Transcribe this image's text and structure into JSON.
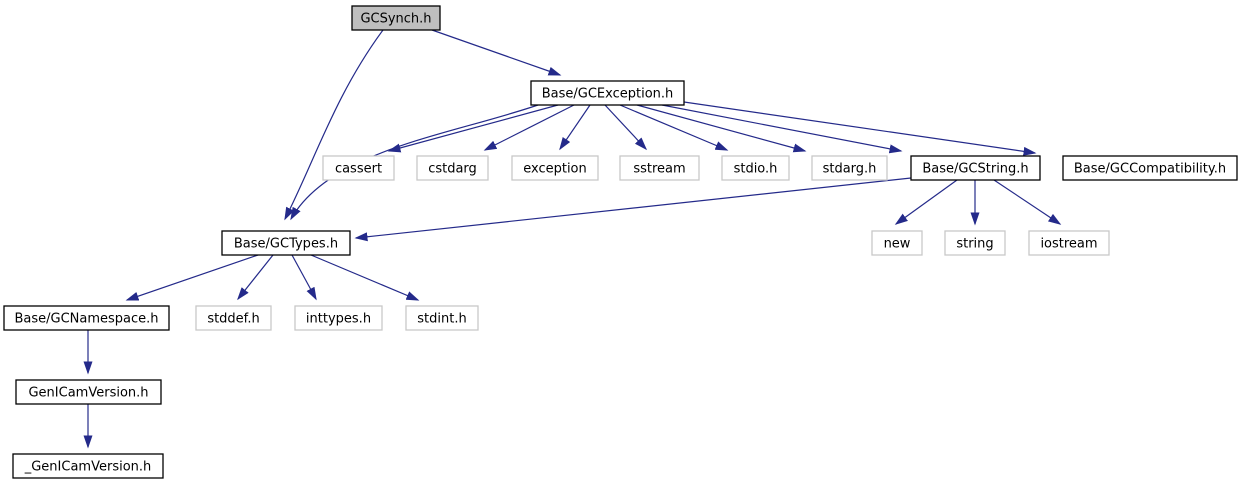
{
  "colors": {
    "edge": "#242a8a",
    "background": "#ffffff",
    "node_fill": "#ffffff",
    "root_fill": "#bfbfbf",
    "documented_border": "#000000",
    "external_border": "#c8c8c8",
    "text": "#000000"
  },
  "nodes": {
    "gcsynch": {
      "label": "GCSynch.h",
      "type": "root"
    },
    "gcexception": {
      "label": "Base/GCException.h",
      "type": "documented"
    },
    "cassert": {
      "label": "cassert",
      "type": "external"
    },
    "cstdarg": {
      "label": "cstdarg",
      "type": "external"
    },
    "exception": {
      "label": "exception",
      "type": "external"
    },
    "sstream": {
      "label": "sstream",
      "type": "external"
    },
    "stdio": {
      "label": "stdio.h",
      "type": "external"
    },
    "stdarg": {
      "label": "stdarg.h",
      "type": "external"
    },
    "gcstring": {
      "label": "Base/GCString.h",
      "type": "documented"
    },
    "gccompatibility": {
      "label": "Base/GCCompatibility.h",
      "type": "documented"
    },
    "gctypes": {
      "label": "Base/GCTypes.h",
      "type": "documented"
    },
    "new": {
      "label": "new",
      "type": "external"
    },
    "string": {
      "label": "string",
      "type": "external"
    },
    "iostream": {
      "label": "iostream",
      "type": "external"
    },
    "gcnamespace": {
      "label": "Base/GCNamespace.h",
      "type": "documented"
    },
    "stddef": {
      "label": "stddef.h",
      "type": "external"
    },
    "inttypes": {
      "label": "inttypes.h",
      "type": "external"
    },
    "stdint": {
      "label": "stdint.h",
      "type": "external"
    },
    "genicamversion": {
      "label": "GenICamVersion.h",
      "type": "documented"
    },
    "_genicamversion": {
      "label": "_GenICamVersion.h",
      "type": "documented"
    }
  },
  "edges": [
    {
      "from": "GCSynch.h",
      "to": "Base/GCException.h"
    },
    {
      "from": "GCSynch.h",
      "to": "Base/GCTypes.h"
    },
    {
      "from": "Base/GCException.h",
      "to": "Base/GCTypes.h"
    },
    {
      "from": "Base/GCException.h",
      "to": "cassert"
    },
    {
      "from": "Base/GCException.h",
      "to": "cstdarg"
    },
    {
      "from": "Base/GCException.h",
      "to": "exception"
    },
    {
      "from": "Base/GCException.h",
      "to": "sstream"
    },
    {
      "from": "Base/GCException.h",
      "to": "stdio.h"
    },
    {
      "from": "Base/GCException.h",
      "to": "stdarg.h"
    },
    {
      "from": "Base/GCException.h",
      "to": "Base/GCString.h"
    },
    {
      "from": "Base/GCException.h",
      "to": "Base/GCCompatibility.h"
    },
    {
      "from": "Base/GCString.h",
      "to": "new"
    },
    {
      "from": "Base/GCString.h",
      "to": "string"
    },
    {
      "from": "Base/GCString.h",
      "to": "iostream"
    },
    {
      "from": "Base/GCString.h",
      "to": "Base/GCTypes.h"
    },
    {
      "from": "Base/GCTypes.h",
      "to": "Base/GCNamespace.h"
    },
    {
      "from": "Base/GCTypes.h",
      "to": "stddef.h"
    },
    {
      "from": "Base/GCTypes.h",
      "to": "inttypes.h"
    },
    {
      "from": "Base/GCTypes.h",
      "to": "stdint.h"
    },
    {
      "from": "Base/GCNamespace.h",
      "to": "GenICamVersion.h"
    },
    {
      "from": "GenICamVersion.h",
      "to": "_GenICamVersion.h"
    }
  ]
}
